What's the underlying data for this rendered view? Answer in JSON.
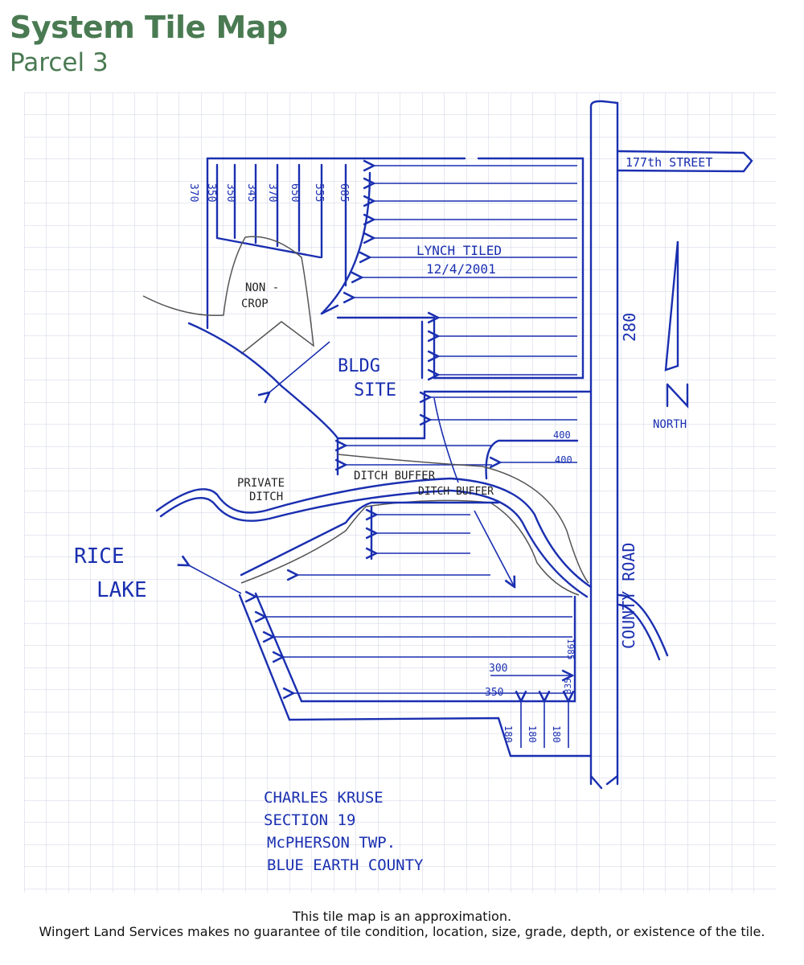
{
  "header": {
    "title": "System Tile Map",
    "subtitle": "Parcel 3"
  },
  "map": {
    "street_label": "177th STREET",
    "road_label_1": "280",
    "road_label_2": "COUNTY ROAD",
    "north_label": "NORTH",
    "lynch_tiled": "LYNCH TILED",
    "tiled_date": "12/4/2001",
    "non_crop_1": "NON -",
    "non_crop_2": "CROP",
    "bldg": "BLDG",
    "site": "SITE",
    "ditch_buffer_1": "DITCH BUFFER",
    "ditch_buffer_2": "DITCH BUFFER",
    "private_ditch_1": "PRIVATE",
    "private_ditch_2": "DITCH",
    "rice": "RICE",
    "lake": "LAKE",
    "top_lengths": [
      "370",
      "350",
      "350",
      "345",
      "370",
      "650",
      "555",
      "685"
    ],
    "len_400_a": "400",
    "len_400_b": "400",
    "len_1985": "1985",
    "len_300": "300",
    "len_350": "350",
    "len_335": "335",
    "bottom_lengths": [
      "180",
      "180",
      "180"
    ],
    "owner": [
      "CHARLES KRUSE",
      "SECTION 19",
      "McPHERSON TWP.",
      "BLUE EARTH COUNTY"
    ]
  },
  "footer": {
    "line1": "This tile map is an approximation.",
    "line2": "Wingert Land Services makes no guarantee of tile condition, location, size, grade, depth, or existence of the tile."
  },
  "colors": {
    "title": "#4a7a52",
    "ink": "#1a2fb0",
    "grid": "#c9cde0"
  }
}
